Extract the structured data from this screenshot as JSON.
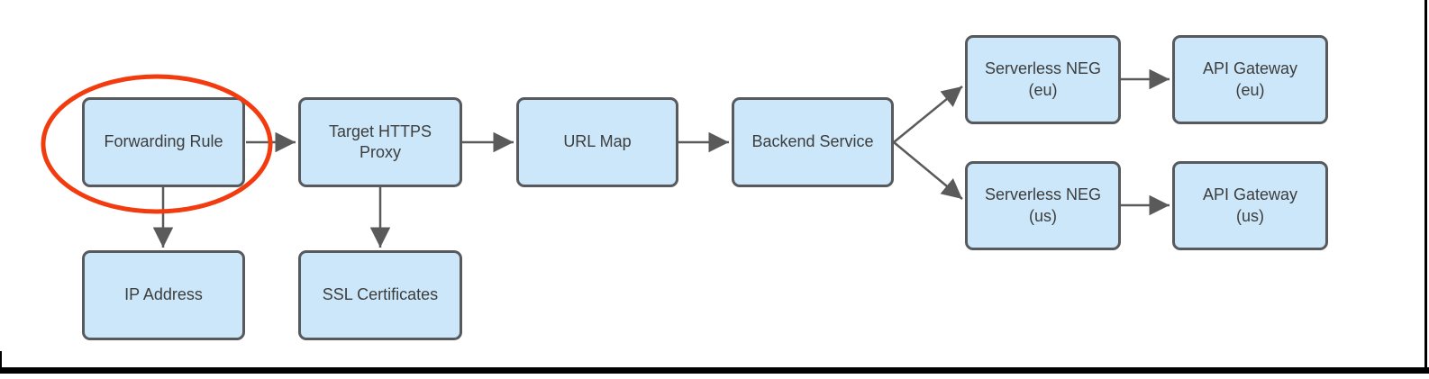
{
  "diagram": {
    "type": "flowchart",
    "nodes": {
      "forwarding_rule": {
        "label": "Forwarding Rule"
      },
      "target_https_proxy": {
        "label": "Target HTTPS\nProxy"
      },
      "url_map": {
        "label": "URL Map"
      },
      "backend_service": {
        "label": "Backend Service"
      },
      "serverless_neg_eu": {
        "label": "Serverless NEG\n(eu)"
      },
      "api_gateway_eu": {
        "label": "API Gateway\n(eu)"
      },
      "serverless_neg_us": {
        "label": "Serverless NEG\n(us)"
      },
      "api_gateway_us": {
        "label": "API Gateway\n(us)"
      },
      "ip_address": {
        "label": "IP Address"
      },
      "ssl_certificates": {
        "label": "SSL Certificates"
      }
    },
    "edges": [
      {
        "from": "forwarding_rule",
        "to": "target_https_proxy"
      },
      {
        "from": "target_https_proxy",
        "to": "url_map"
      },
      {
        "from": "url_map",
        "to": "backend_service"
      },
      {
        "from": "backend_service",
        "to": "serverless_neg_eu"
      },
      {
        "from": "backend_service",
        "to": "serverless_neg_us"
      },
      {
        "from": "serverless_neg_eu",
        "to": "api_gateway_eu"
      },
      {
        "from": "serverless_neg_us",
        "to": "api_gateway_us"
      },
      {
        "from": "forwarding_rule",
        "to": "ip_address"
      },
      {
        "from": "target_https_proxy",
        "to": "ssl_certificates"
      }
    ],
    "annotation": {
      "type": "ellipse-highlight",
      "around": "forwarding_rule",
      "color": "#f23b0e"
    },
    "colors": {
      "node_fill": "#cbe7f9",
      "node_border": "#57595c",
      "connector": "#5a5a5a",
      "highlight": "#f23b0e",
      "text": "#3d3d3d",
      "frame": "#000000",
      "background": "#ffffff"
    }
  }
}
